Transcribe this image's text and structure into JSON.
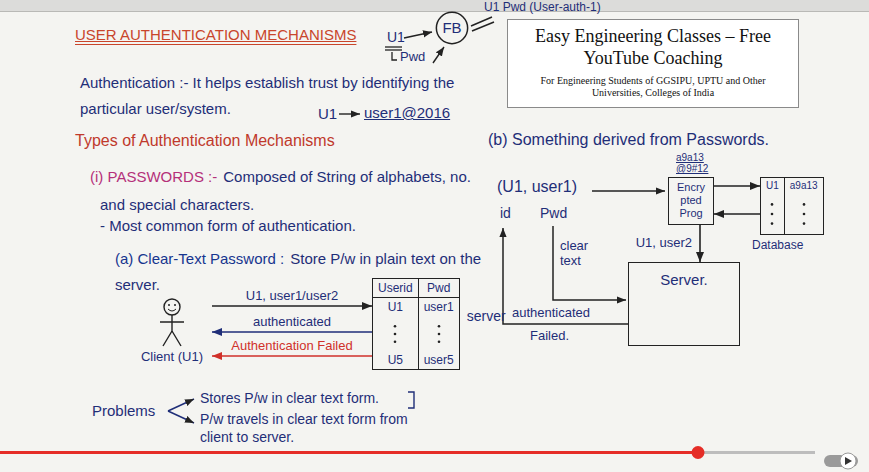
{
  "diagram": {
    "title": "USER AUTHENTICATION MECHANISMS",
    "nodes": [
      {
        "text": [
          "FB"
        ]
      },
      {
        "text": [
          "Easy Engineering Classes – Free YouTube Coaching",
          "For Engineering Students of GGSIPU, UPTU and Other Universities, Colleges of India"
        ]
      },
      {
        "text": [
          "Client (U1)"
        ]
      },
      {
        "text": [
          "Userid",
          "Pwd",
          "U1",
          "user1",
          "U5",
          "user5",
          "server"
        ]
      },
      {
        "text": [
          "Encry pted Prog"
        ]
      },
      {
        "text": [
          "U1",
          "a9a13",
          "Database"
        ]
      },
      {
        "text": [
          "Server."
        ]
      }
    ],
    "edges": [
      {
        "from": 2,
        "to": 3,
        "label": "U1, user1/user2",
        "arrow": "to"
      },
      {
        "from": 3,
        "to": 2,
        "label": "authenticated",
        "arrow": "to"
      },
      {
        "from": 3,
        "to": 2,
        "label": "Authentication Failed",
        "arrow": "to"
      },
      {
        "from": 4,
        "to": 5,
        "arrow": "to"
      },
      {
        "from": 5,
        "to": 4,
        "arrow": "to"
      },
      {
        "from": 4,
        "to": 6,
        "label": "U1, user2",
        "arrow": "to"
      }
    ],
    "labels": [
      "U1",
      "U1 Pwd (User-auth-1)",
      "Pwd",
      "Authentication :- It helps establish trust by identifying the particular user/system.",
      "U1",
      "user1@2016",
      "Types of Authentication Mechanisms",
      "(i) PASSWORDS :-",
      "Composed of String of alphabets, no. and special characters.",
      "- Most common form of authentication.",
      "(a) Clear-Text Password :",
      "Store P/w in plain text on the server.",
      "Problems",
      "Stores P/w in clear text form.",
      "P/w travels in clear text form from client to server.",
      "(b) Something derived from Passwords.",
      "(U1, user1)",
      "id",
      "Pwd",
      "a9a13 @9#12",
      "clear text",
      "authenticated",
      "Failed."
    ]
  }
}
